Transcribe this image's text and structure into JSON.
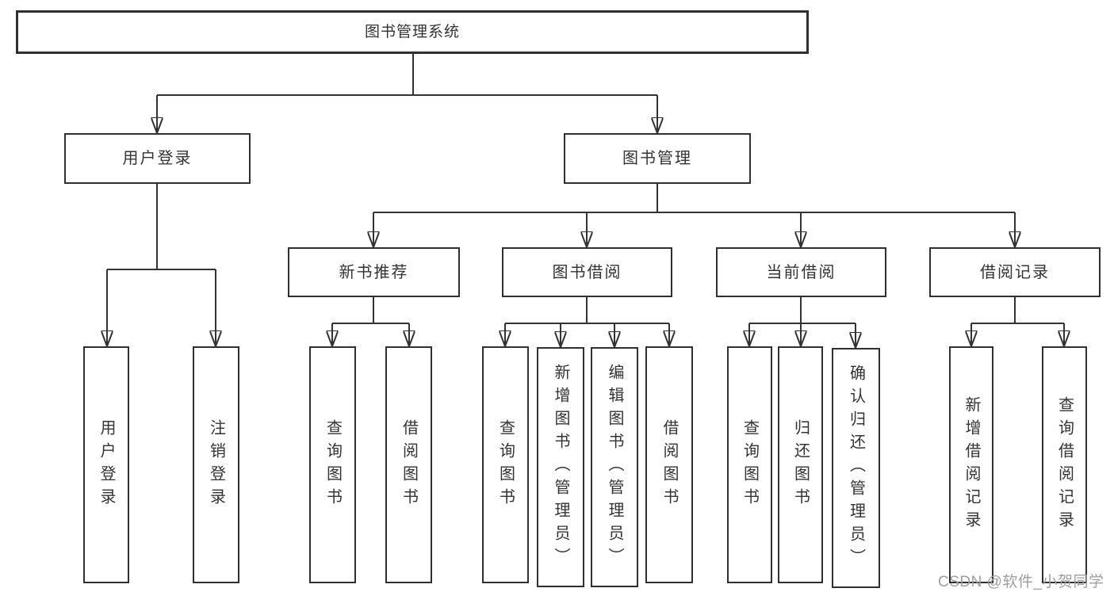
{
  "tree": {
    "root": {
      "label": "图书管理系统"
    },
    "branches": [
      {
        "label": "用户登录",
        "children": [
          {
            "label": "用户登录"
          },
          {
            "label": "注销登录"
          }
        ]
      },
      {
        "label": "图书管理",
        "children": [
          {
            "label": "新书推荐",
            "children": [
              {
                "label": "查询图书"
              },
              {
                "label": "借阅图书"
              }
            ]
          },
          {
            "label": "图书借阅",
            "children": [
              {
                "label": "查询图书"
              },
              {
                "label": "新增图书（管理员）"
              },
              {
                "label": "编辑图书（管理员）"
              },
              {
                "label": "借阅图书"
              }
            ]
          },
          {
            "label": "当前借阅",
            "children": [
              {
                "label": "查询图书"
              },
              {
                "label": "归还图书"
              },
              {
                "label": "确认归还（管理员）"
              }
            ]
          },
          {
            "label": "借阅记录",
            "children": [
              {
                "label": "新增借阅记录"
              },
              {
                "label": "查询借阅记录"
              }
            ]
          }
        ]
      }
    ]
  },
  "watermark": {
    "text": "CSDN @软件_小贺同学"
  },
  "colors": {
    "line": "#333333",
    "box_border": "#2f2f2f",
    "box_bg": "#ffffff",
    "text": "#333333",
    "watermark": "#9e9e9e"
  }
}
